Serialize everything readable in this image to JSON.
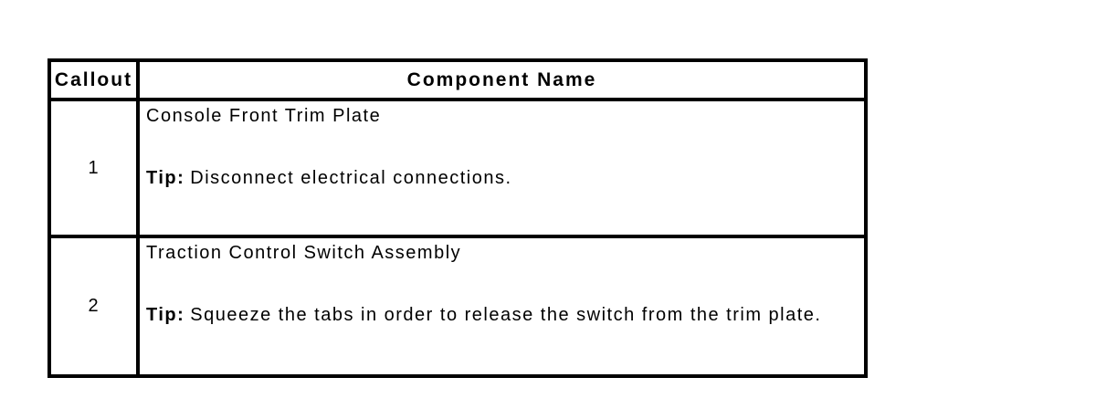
{
  "page": {
    "background_color": "#ffffff",
    "border_color": "#000000",
    "text_color": "#000000"
  },
  "table": {
    "headers": [
      {
        "label": "Callout"
      },
      {
        "label": "Component Name"
      }
    ],
    "rows": [
      {
        "callout": "1",
        "component_name": "Console Front Trim Plate",
        "tip_label": "Tip:",
        "tip_text": "Disconnect electrical connections."
      },
      {
        "callout": "2",
        "component_name": "Traction Control Switch Assembly",
        "tip_label": "Tip:",
        "tip_text": "Squeeze the tabs in order to release the switch from the trim plate."
      }
    ]
  }
}
